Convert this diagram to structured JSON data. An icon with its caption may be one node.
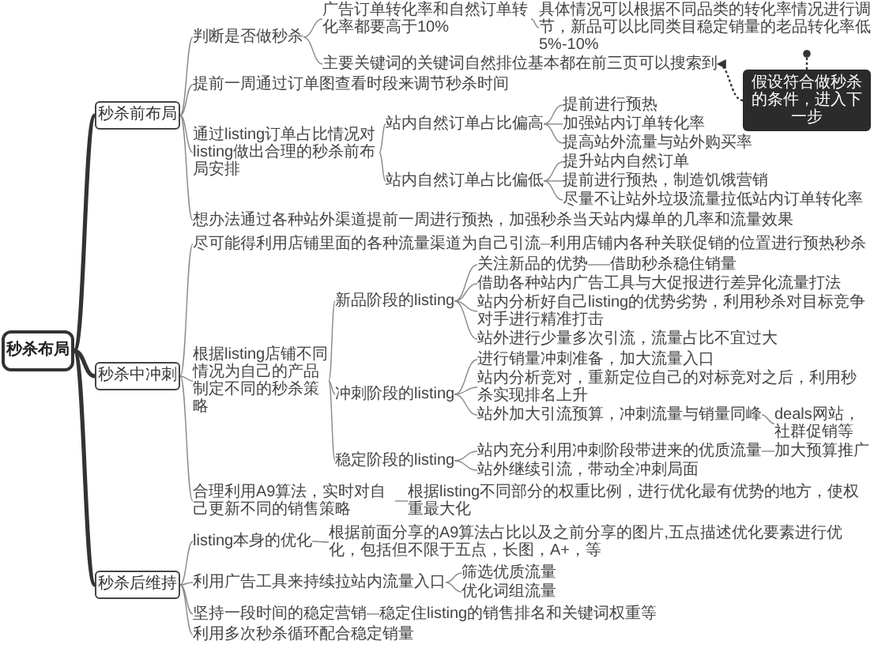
{
  "diagram": {
    "nodes": [
      {
        "text": [
          "秒杀布局"
        ]
      },
      {
        "text": [
          "秒杀前布局"
        ]
      },
      {
        "text": [
          "判断是否做秒杀"
        ]
      },
      {
        "text": [
          "广告订单转化率和自然订单转化率都要高于10%"
        ]
      },
      {
        "text": [
          "具体情况可以根据不同品类的转化率情况进行调节，新品可以比同类目稳定销量的老品转化率低5%-10%"
        ]
      },
      {
        "text": [
          "主要关键词的关键词自然排位基本都在前三页可以搜索到"
        ]
      },
      {
        "text": [
          "提前一周通过订单图查看时段来调节秒杀时间"
        ]
      },
      {
        "text": [
          "通过listing订单占比情况对listing做出合理的秒杀前布局安排"
        ]
      },
      {
        "text": [
          "站内自然订单占比偏高"
        ]
      },
      {
        "text": [
          "提前进行预热"
        ]
      },
      {
        "text": [
          "加强站内订单转化率"
        ]
      },
      {
        "text": [
          "提高站外流量与站外购买率"
        ]
      },
      {
        "text": [
          "站内自然订单占比偏低"
        ]
      },
      {
        "text": [
          "提升站内自然订单"
        ]
      },
      {
        "text": [
          "提前进行预热，制造饥饿营销"
        ]
      },
      {
        "text": [
          "尽量不让站外垃圾流量拉低站内订单转化率"
        ]
      },
      {
        "text": [
          "想办法通过各种站外渠道提前一周进行预热，加强秒杀当天站内爆单的几率和流量效果"
        ]
      },
      {
        "text": [
          "假设符合做秒杀的条件，进入下一步"
        ]
      },
      {
        "text": [
          "秒杀中冲刺"
        ]
      },
      {
        "text": [
          "尽可能得利用店铺里面的各种流量渠道为自己引流"
        ]
      },
      {
        "text": [
          "利用店铺内各种关联促销的位置进行预热秒杀"
        ]
      },
      {
        "text": [
          "根据listing店铺不同情况为自己的产品制定不同的秒杀策略"
        ]
      },
      {
        "text": [
          "新品阶段的listing"
        ]
      },
      {
        "text": [
          "关注新品的优势"
        ]
      },
      {
        "text": [
          "借助秒杀稳住销量"
        ]
      },
      {
        "text": [
          "借助各种站内广告工具与大促报进行差异化流量打法"
        ]
      },
      {
        "text": [
          "站内分析好自己listing的优势劣势，利用秒杀对目标竞争对手进行精准打击"
        ]
      },
      {
        "text": [
          "站外进行少量多次引流，流量占比不宜过大"
        ]
      },
      {
        "text": [
          "冲刺阶段的listing"
        ]
      },
      {
        "text": [
          "进行销量冲刺准备，加大流量入口"
        ]
      },
      {
        "text": [
          "站内分析竞对，重新定位自己的对标竞对之后，利用秒杀实现排名上升"
        ]
      },
      {
        "text": [
          "站外加大引流预算，冲刺流量与销量同峰"
        ]
      },
      {
        "text": [
          "deals网站，社群促销等"
        ]
      },
      {
        "text": [
          "稳定阶段的listing"
        ]
      },
      {
        "text": [
          "站内充分利用冲刺阶段带进来的优质流量"
        ]
      },
      {
        "text": [
          "加大预算推广"
        ]
      },
      {
        "text": [
          "站外继续引流，带动全冲刺局面"
        ]
      },
      {
        "text": [
          "合理利用A9算法，实时对自己更新不同的销售策略"
        ]
      },
      {
        "text": [
          "根据listing不同部分的权重比例，进行优化最有优势的地方，使权重最大化"
        ]
      },
      {
        "text": [
          "秒杀后维持"
        ]
      },
      {
        "text": [
          "listing本身的优化"
        ]
      },
      {
        "text": [
          "根据前面分享的A9算法占比以及之前分享的图片,五点描述优化要素进行优化，包括但不限于五点，长图，A+，等"
        ]
      },
      {
        "text": [
          "利用广告工具来持续拉站内流量入口"
        ]
      },
      {
        "text": [
          "筛选优质流量"
        ]
      },
      {
        "text": [
          "优化词组流量"
        ]
      },
      {
        "text": [
          "坚持一段时间的稳定营销"
        ]
      },
      {
        "text": [
          "稳定住listing的销售排名和关键词权重等"
        ]
      },
      {
        "text": [
          "利用多次秒杀循环配合稳定销量"
        ]
      }
    ],
    "edges": [
      {
        "from": 0,
        "to": 1,
        "arrow": "none",
        "style": "thick",
        "color": "#333333"
      },
      {
        "from": 0,
        "to": 18,
        "arrow": "none",
        "style": "thick",
        "color": "#333333"
      },
      {
        "from": 0,
        "to": 39,
        "arrow": "none",
        "style": "thick",
        "color": "#333333"
      },
      {
        "from": 1,
        "to": 2,
        "arrow": "none"
      },
      {
        "from": 2,
        "to": 3,
        "arrow": "none"
      },
      {
        "from": 3,
        "to": 4,
        "arrow": "none"
      },
      {
        "from": 2,
        "to": 5,
        "arrow": "none"
      },
      {
        "from": 1,
        "to": 6,
        "arrow": "none"
      },
      {
        "from": 1,
        "to": 7,
        "arrow": "none"
      },
      {
        "from": 7,
        "to": 8,
        "arrow": "none"
      },
      {
        "from": 8,
        "to": 9,
        "arrow": "none"
      },
      {
        "from": 8,
        "to": 10,
        "arrow": "none"
      },
      {
        "from": 8,
        "to": 11,
        "arrow": "none"
      },
      {
        "from": 7,
        "to": 12,
        "arrow": "none"
      },
      {
        "from": 12,
        "to": 13,
        "arrow": "none"
      },
      {
        "from": 12,
        "to": 14,
        "arrow": "none"
      },
      {
        "from": 12,
        "to": 15,
        "arrow": "none"
      },
      {
        "from": 1,
        "to": 16,
        "arrow": "none"
      },
      {
        "from": 17,
        "to": 4,
        "arrow": "other",
        "style": "dashed",
        "color": "#333333"
      },
      {
        "from": 17,
        "to": 5,
        "arrow": "to",
        "style": "dashed",
        "color": "#333333"
      },
      {
        "from": 18,
        "to": 19,
        "arrow": "none"
      },
      {
        "from": 19,
        "to": 20,
        "arrow": "none"
      },
      {
        "from": 18,
        "to": 21,
        "arrow": "none"
      },
      {
        "from": 21,
        "to": 22,
        "arrow": "none"
      },
      {
        "from": 22,
        "to": 23,
        "arrow": "none"
      },
      {
        "from": 23,
        "to": 24,
        "arrow": "none"
      },
      {
        "from": 22,
        "to": 25,
        "arrow": "none"
      },
      {
        "from": 22,
        "to": 26,
        "arrow": "none"
      },
      {
        "from": 22,
        "to": 27,
        "arrow": "none"
      },
      {
        "from": 21,
        "to": 28,
        "arrow": "none"
      },
      {
        "from": 28,
        "to": 29,
        "arrow": "none"
      },
      {
        "from": 28,
        "to": 30,
        "arrow": "none"
      },
      {
        "from": 28,
        "to": 31,
        "arrow": "none"
      },
      {
        "from": 31,
        "to": 32,
        "arrow": "none"
      },
      {
        "from": 21,
        "to": 33,
        "arrow": "none"
      },
      {
        "from": 33,
        "to": 34,
        "arrow": "none"
      },
      {
        "from": 34,
        "to": 35,
        "arrow": "none"
      },
      {
        "from": 33,
        "to": 36,
        "arrow": "none"
      },
      {
        "from": 18,
        "to": 37,
        "arrow": "none"
      },
      {
        "from": 37,
        "to": 38,
        "arrow": "none"
      },
      {
        "from": 39,
        "to": 40,
        "arrow": "none"
      },
      {
        "from": 40,
        "to": 41,
        "arrow": "none"
      },
      {
        "from": 39,
        "to": 42,
        "arrow": "none"
      },
      {
        "from": 42,
        "to": 43,
        "arrow": "none"
      },
      {
        "from": 42,
        "to": 44,
        "arrow": "none"
      },
      {
        "from": 39,
        "to": 45,
        "arrow": "none"
      },
      {
        "from": 45,
        "to": 46,
        "arrow": "none"
      },
      {
        "from": 39,
        "to": 47,
        "arrow": "none"
      }
    ]
  }
}
